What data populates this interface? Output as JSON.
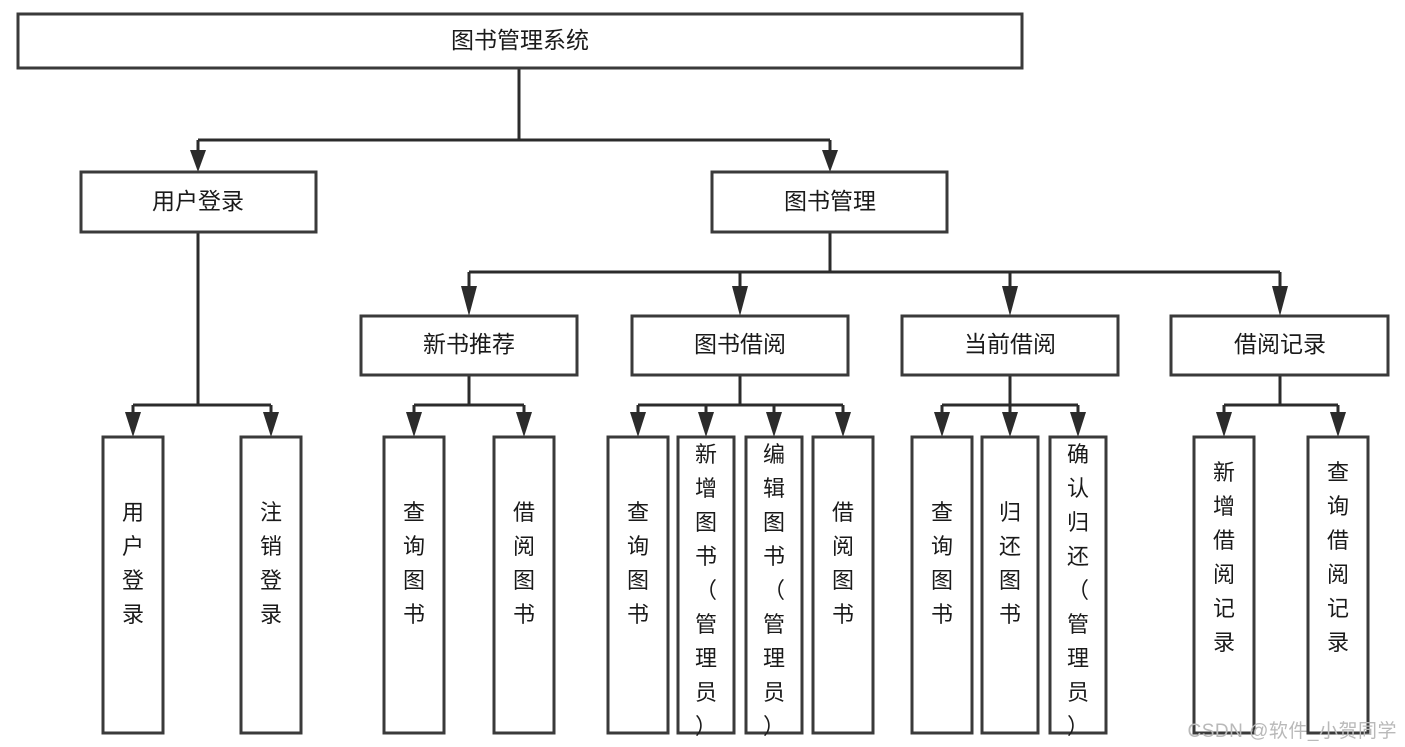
{
  "diagram": {
    "title": "图书管理系统",
    "type": "tree",
    "root": {
      "id": "root",
      "label": "图书管理系统",
      "orientation": "horizontal"
    },
    "level2": [
      {
        "id": "user-login",
        "label": "用户登录",
        "orientation": "horizontal"
      },
      {
        "id": "book-management",
        "label": "图书管理",
        "orientation": "horizontal"
      }
    ],
    "level3": [
      {
        "id": "new-book-recommend",
        "label": "新书推荐",
        "parent": "book-management",
        "orientation": "horizontal"
      },
      {
        "id": "book-borrow",
        "label": "图书借阅",
        "parent": "book-management",
        "orientation": "horizontal"
      },
      {
        "id": "current-borrow",
        "label": "当前借阅",
        "parent": "book-management",
        "orientation": "horizontal"
      },
      {
        "id": "borrow-record",
        "label": "借阅记录",
        "parent": "book-management",
        "orientation": "horizontal"
      }
    ],
    "leaves": [
      {
        "id": "leaf-user-login",
        "label": "用户登录",
        "parent": "user-login",
        "orientation": "vertical"
      },
      {
        "id": "leaf-user-logout",
        "label": "注销登录",
        "parent": "user-login",
        "orientation": "vertical"
      },
      {
        "id": "leaf-query-book-1",
        "label": "查询图书",
        "parent": "new-book-recommend",
        "orientation": "vertical"
      },
      {
        "id": "leaf-borrow-book-1",
        "label": "借阅图书",
        "parent": "new-book-recommend",
        "orientation": "vertical"
      },
      {
        "id": "leaf-query-book-2",
        "label": "查询图书",
        "parent": "book-borrow",
        "orientation": "vertical"
      },
      {
        "id": "leaf-add-book",
        "label": "新增图书（管理员）",
        "parent": "book-borrow",
        "orientation": "vertical"
      },
      {
        "id": "leaf-edit-book",
        "label": "编辑图书（管理员）",
        "parent": "book-borrow",
        "orientation": "vertical"
      },
      {
        "id": "leaf-borrow-book-2",
        "label": "借阅图书",
        "parent": "book-borrow",
        "orientation": "vertical"
      },
      {
        "id": "leaf-query-book-3",
        "label": "查询图书",
        "parent": "current-borrow",
        "orientation": "vertical"
      },
      {
        "id": "leaf-return-book",
        "label": "归还图书",
        "parent": "current-borrow",
        "orientation": "vertical"
      },
      {
        "id": "leaf-confirm-return",
        "label": "确认归还（管理员）",
        "parent": "current-borrow",
        "orientation": "vertical"
      },
      {
        "id": "leaf-add-record",
        "label": "新增借阅记录",
        "parent": "borrow-record",
        "orientation": "vertical"
      },
      {
        "id": "leaf-query-record",
        "label": "查询借阅记录",
        "parent": "borrow-record",
        "orientation": "vertical"
      }
    ],
    "colors": {
      "box_stroke": "#3a3a3a",
      "box_fill": "#ffffff",
      "edge": "#2b2b2b",
      "text": "#1a1a1a",
      "background": "#ffffff",
      "watermark": "#b9b9b9"
    }
  },
  "watermark": {
    "text": "CSDN @软件_小贺同学"
  }
}
